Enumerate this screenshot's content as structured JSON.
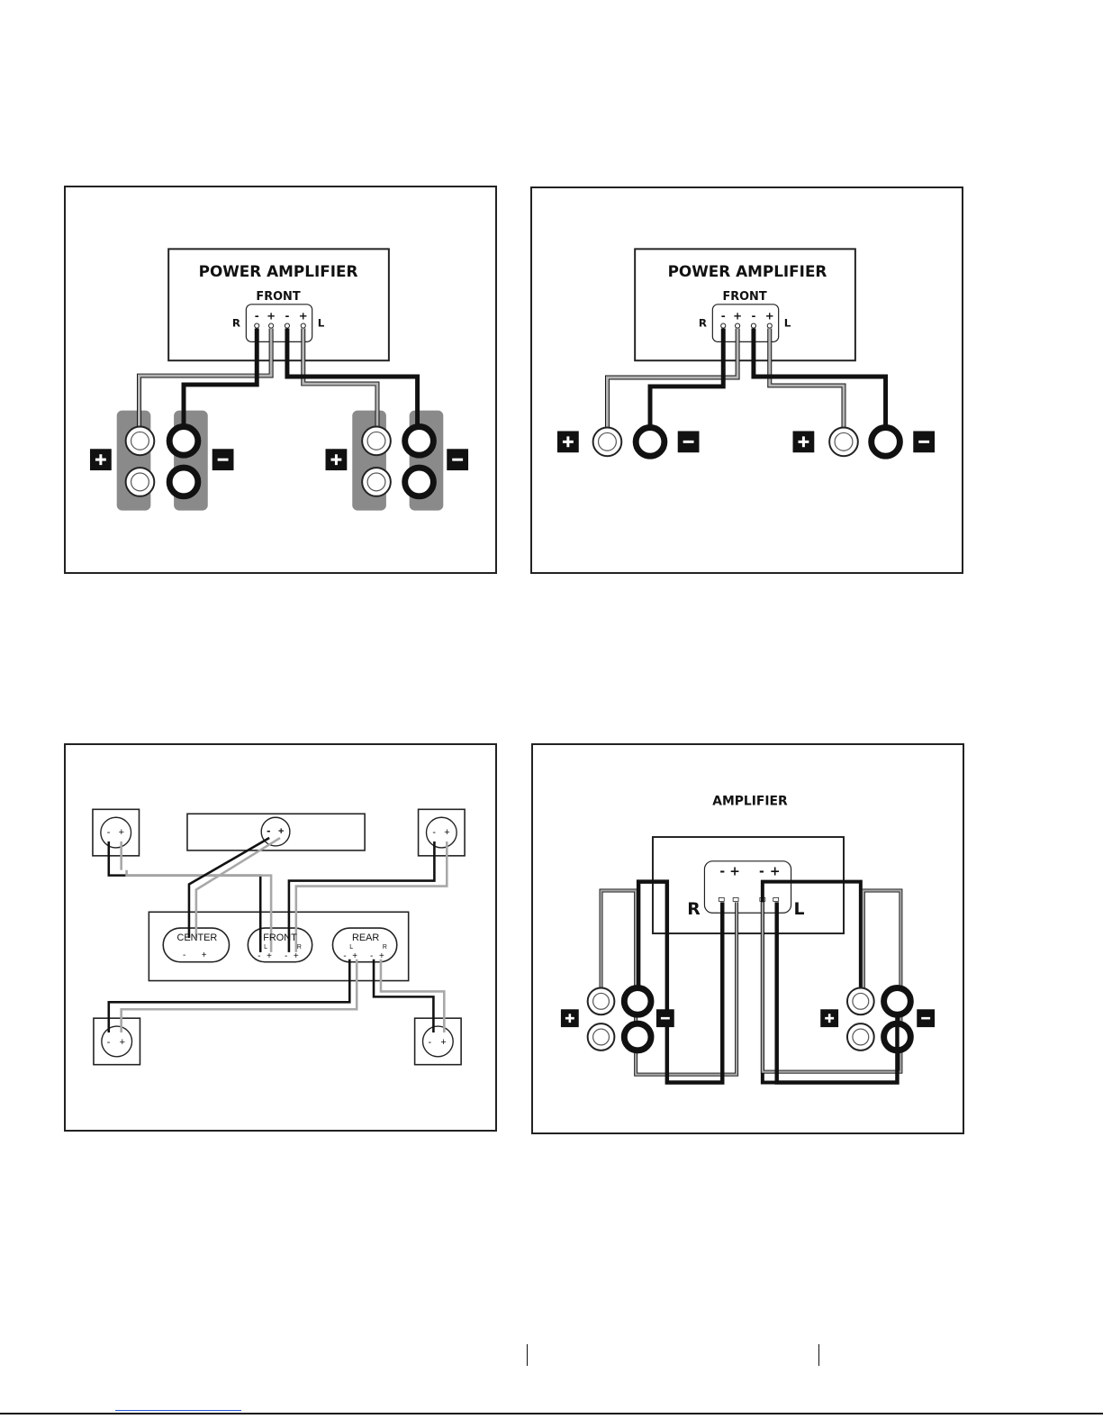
{
  "panels": {
    "p1": {
      "amp_title": "POWER AMPLIFIER",
      "section": "FRONT",
      "label_r": "R",
      "label_l": "L"
    },
    "p2": {
      "amp_title": "POWER AMPLIFIER",
      "section": "FRONT",
      "label_r": "R",
      "label_l": "L"
    },
    "p3": {
      "center": "CENTER",
      "front": "FRONT",
      "rear": "REAR",
      "sub_l": "L",
      "sub_r": "R"
    },
    "p4": {
      "amp_title": "AMPLIFIER",
      "label_r": "R",
      "label_l": "L"
    }
  },
  "polarity": {
    "plus": "+",
    "minus": "-"
  },
  "colors": {
    "wire_positive": "#a8a8a8",
    "wire_negative": "#111111",
    "binding_post_bg": "#8a8a8a"
  }
}
